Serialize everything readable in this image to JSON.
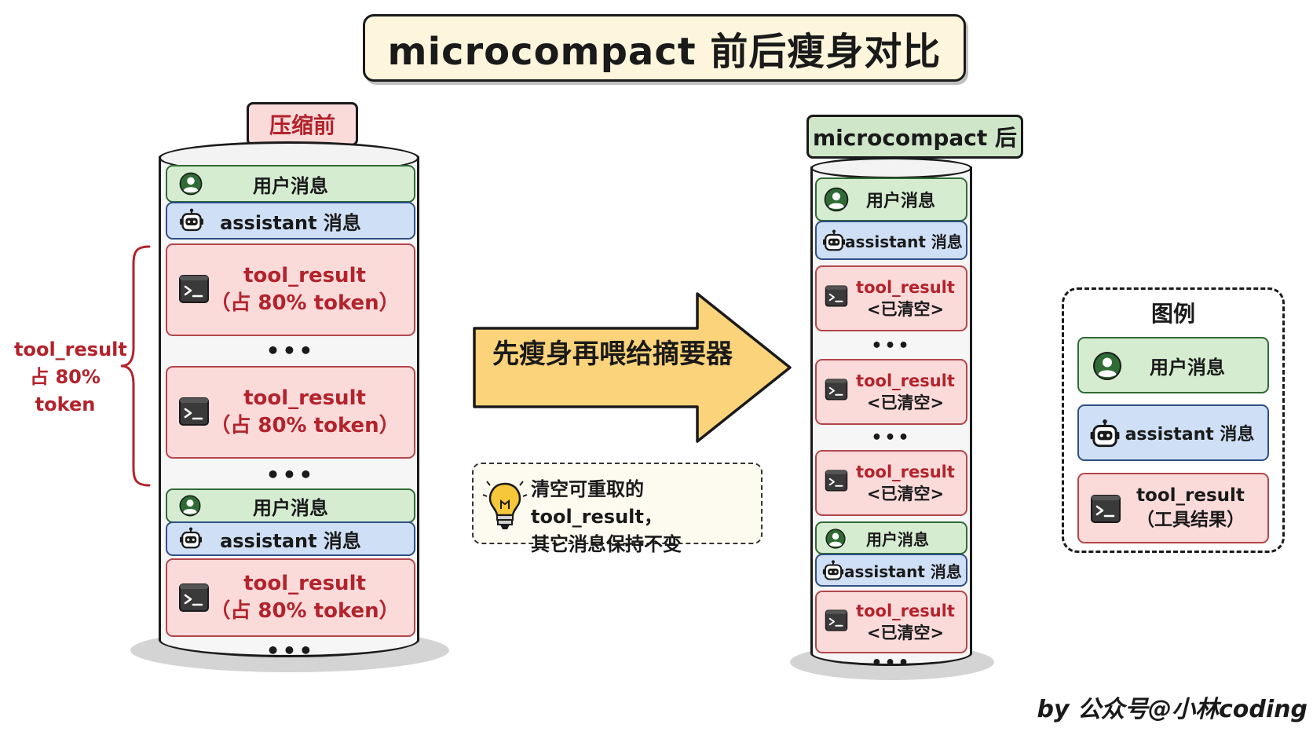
{
  "title": "microcompact 前后瘦身对比",
  "before": {
    "label": "压缩前",
    "rows": {
      "user": "用户消息",
      "assistant": "assistant 消息",
      "tool_line1": "tool_result",
      "tool_line2": "（占 80% token）"
    },
    "dots": "•••",
    "brace_label": [
      "tool_result",
      "占 80%",
      "token"
    ]
  },
  "arrow": {
    "text": "先瘦身再喂给摘要器"
  },
  "note": {
    "line1": "清空可重取的 tool_result，",
    "line2": "其它消息保持不变"
  },
  "after": {
    "label": "microcompact 后",
    "rows": {
      "user": "用户消息",
      "assistant": "assistant 消息",
      "tool_line1": "tool_result",
      "tool_line2": "<已清空>"
    },
    "dots": "•••"
  },
  "legend": {
    "title": "图例",
    "user": "用户消息",
    "assistant": "assistant 消息",
    "tool_line1": "tool_result",
    "tool_line2": "（工具结果）"
  },
  "credit": "by 公众号@小林coding",
  "colors": {
    "user_bg": "#d5ecd1",
    "assistant_bg": "#cfe0f6",
    "tool_bg": "#fbdada",
    "accent_red": "#b3232b",
    "arrow_fill": "#fbd37a"
  },
  "icons": [
    "user-icon",
    "robot-icon",
    "terminal-icon",
    "lightbulb-icon"
  ]
}
